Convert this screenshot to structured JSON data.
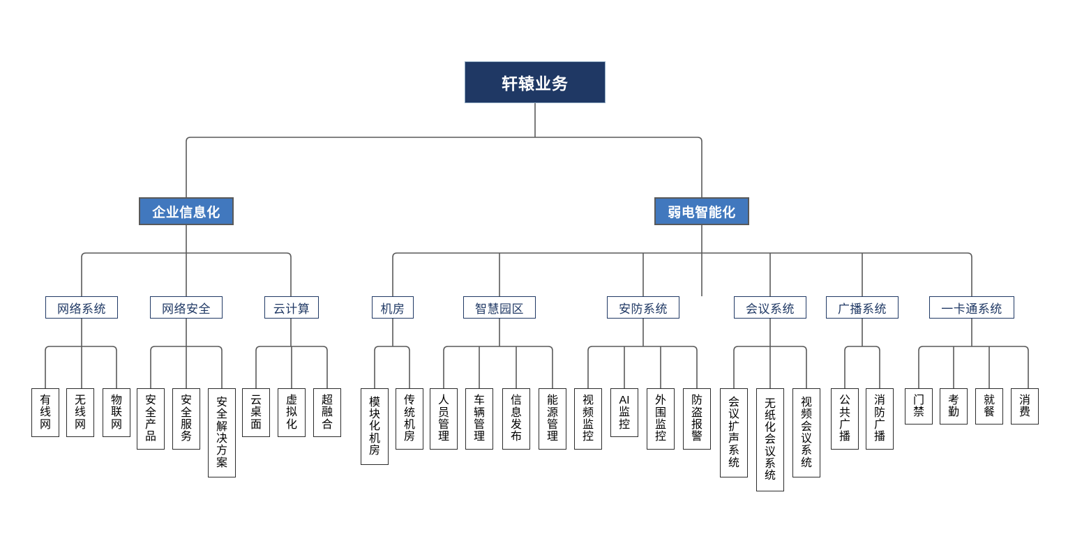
{
  "diagram": {
    "type": "org-chart",
    "title": "轩辕业务",
    "background": "#ffffff",
    "colors": {
      "root_fill": "#1F3864",
      "level2_fill": "#4178BE",
      "level3_border": "#1F3864",
      "leaf_border": "#2b2b2b",
      "connector": "#595959"
    },
    "root": {
      "label": "轩辕业务"
    },
    "level2": [
      {
        "label": "企业信息化"
      },
      {
        "label": "弱电智能化"
      }
    ],
    "level3": [
      {
        "label": "网络系统",
        "parent": "企业信息化"
      },
      {
        "label": "网络安全",
        "parent": "企业信息化"
      },
      {
        "label": "云计算",
        "parent": "企业信息化"
      },
      {
        "label": "机房",
        "parent": "弱电智能化"
      },
      {
        "label": "智慧园区",
        "parent": "弱电智能化"
      },
      {
        "label": "安防系统",
        "parent": "弱电智能化"
      },
      {
        "label": "会议系统",
        "parent": "弱电智能化"
      },
      {
        "label": "广播系统",
        "parent": "弱电智能化"
      },
      {
        "label": "一卡通系统",
        "parent": "弱电智能化"
      }
    ],
    "leaves": [
      {
        "label": "有线网",
        "parent": "网络系统"
      },
      {
        "label": "无线网",
        "parent": "网络系统"
      },
      {
        "label": "物联网",
        "parent": "网络系统"
      },
      {
        "label": "安全产品",
        "parent": "网络安全"
      },
      {
        "label": "安全服务",
        "parent": "网络安全"
      },
      {
        "label": "安全解决方案",
        "parent": "网络安全"
      },
      {
        "label": "云桌面",
        "parent": "云计算"
      },
      {
        "label": "虚拟化",
        "parent": "云计算"
      },
      {
        "label": "超融合",
        "parent": "云计算"
      },
      {
        "label": "模块化机房",
        "parent": "机房"
      },
      {
        "label": "传统机房",
        "parent": "机房"
      },
      {
        "label": "人员管理",
        "parent": "智慧园区"
      },
      {
        "label": "车辆管理",
        "parent": "智慧园区"
      },
      {
        "label": "信息发布",
        "parent": "智慧园区"
      },
      {
        "label": "能源管理",
        "parent": "智慧园区"
      },
      {
        "label": "视频监控",
        "parent": "安防系统"
      },
      {
        "label": "AI监控",
        "parent": "安防系统"
      },
      {
        "label": "外围监控",
        "parent": "安防系统"
      },
      {
        "label": "防盗报警",
        "parent": "安防系统"
      },
      {
        "label": "会议扩声系统",
        "parent": "会议系统"
      },
      {
        "label": "无纸化会议系统",
        "parent": "会议系统"
      },
      {
        "label": "视频会议系统",
        "parent": "会议系统"
      },
      {
        "label": "公共广播",
        "parent": "广播系统"
      },
      {
        "label": "消防广播",
        "parent": "广播系统"
      },
      {
        "label": "门禁",
        "parent": "一卡通系统"
      },
      {
        "label": "考勤",
        "parent": "一卡通系统"
      },
      {
        "label": "就餐",
        "parent": "一卡通系统"
      },
      {
        "label": "消费",
        "parent": "一卡通系统"
      }
    ]
  }
}
